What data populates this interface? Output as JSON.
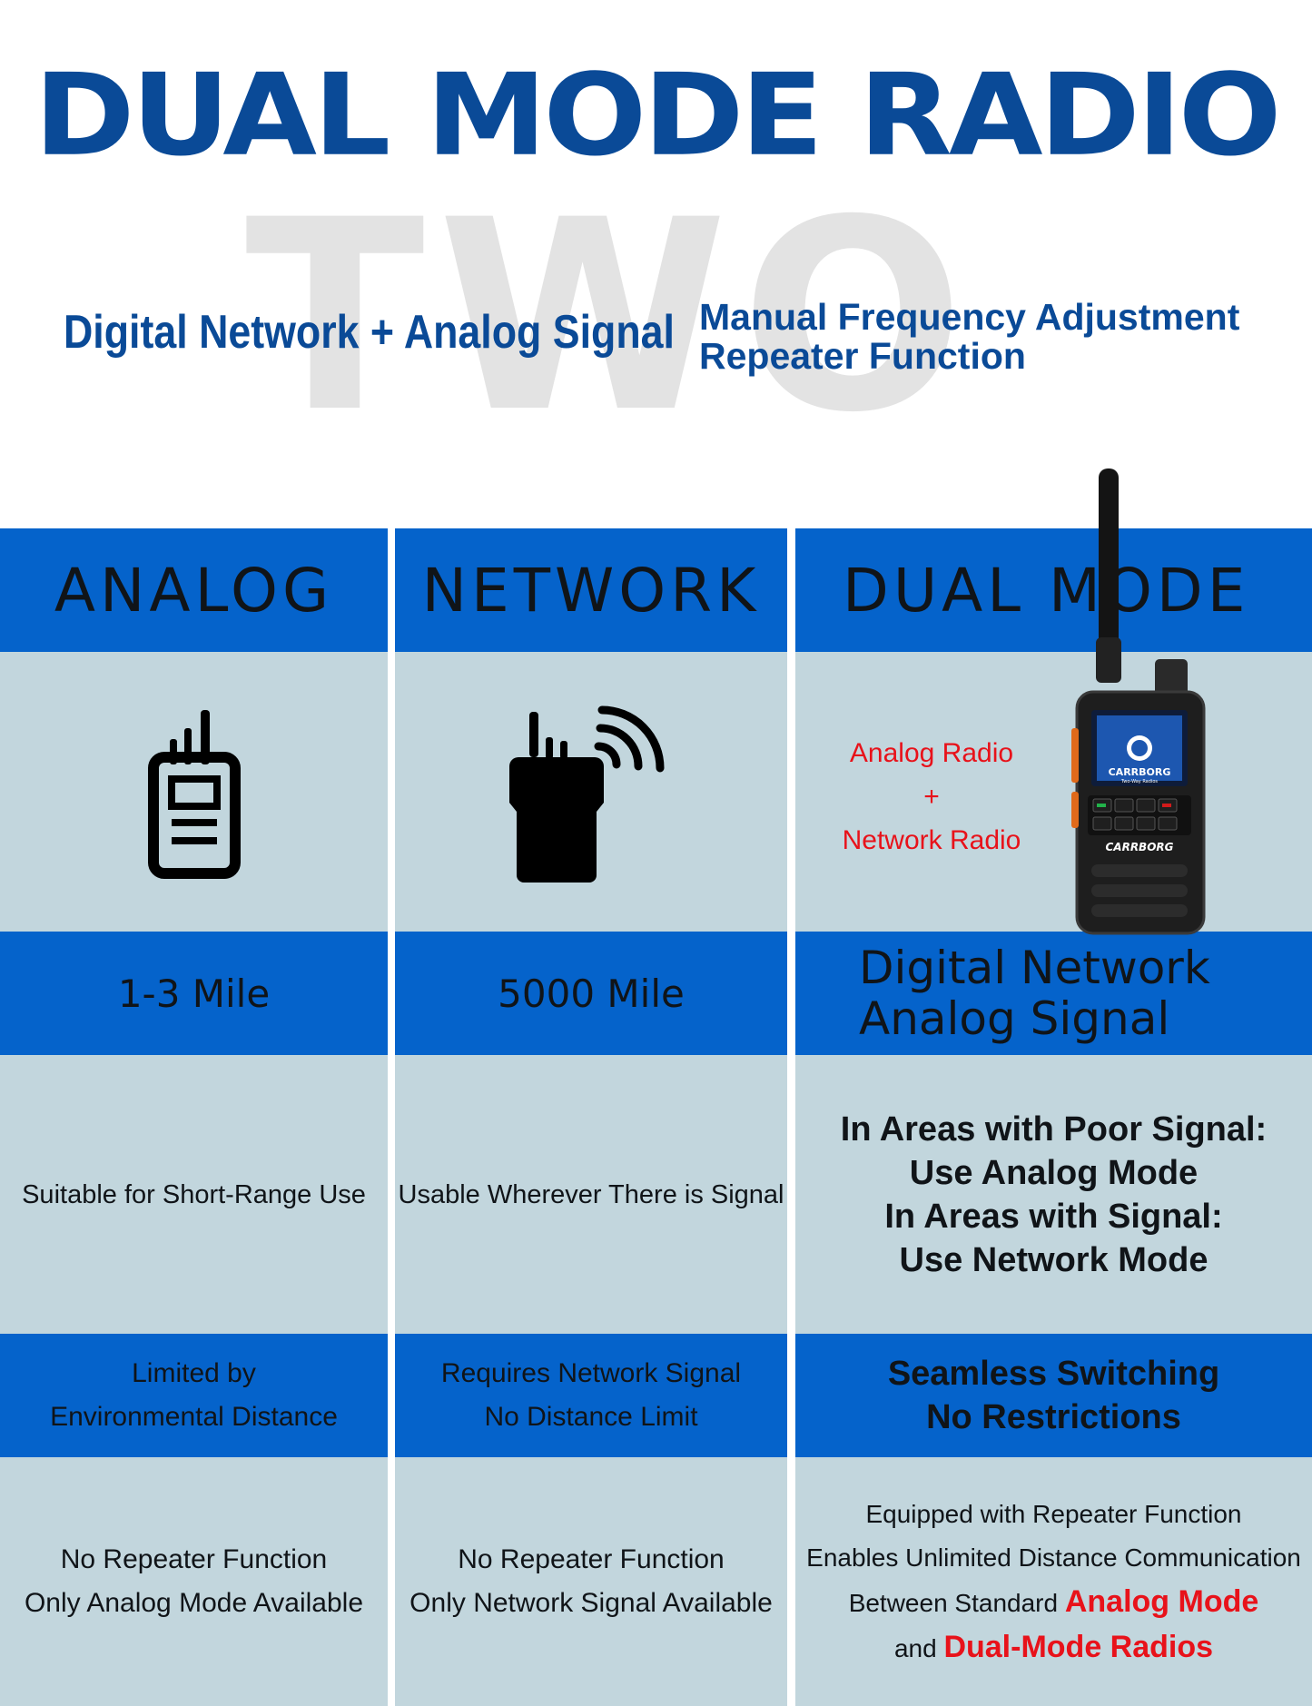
{
  "header": {
    "title": "DUAL MODE RADIO",
    "watermark": "TWO",
    "subtitle_left": "Digital Network + Analog Signal",
    "subtitle_right": [
      "Manual Frequency Adjustment",
      "Repeater Function"
    ]
  },
  "columns": [
    {
      "heading": "ANALOG",
      "icon": "walkie-talkie-outline-icon",
      "range": "1-3 Mile",
      "usage": "Suitable for Short-Range Use",
      "limitation": [
        "Limited by",
        "Environmental Distance"
      ],
      "repeater": [
        "No Repeater Function",
        "Only Analog Mode Available"
      ]
    },
    {
      "heading": "NETWORK",
      "icon": "walkie-talkie-signal-icon",
      "range": "5000 Mile",
      "usage": "Usable Wherever There is Signal",
      "limitation": [
        "Requires Network Signal",
        "No Distance Limit"
      ],
      "repeater": [
        "No Repeater Function",
        "Only Network Signal Available"
      ]
    },
    {
      "heading": "DUAL MODE",
      "icon": "radio-device-icon",
      "radio_note": [
        "Analog Radio",
        "+",
        "Network Radio"
      ],
      "device_brand": "CARRBORG",
      "device_sub": "Two-Way Radios",
      "range": [
        "Digital Network",
        "Analog Signal"
      ],
      "usage": [
        "In Areas with Poor Signal:",
        "Use Analog Mode",
        "In Areas with Signal:",
        "Use Network Mode"
      ],
      "limitation": [
        "Seamless Switching",
        "No Restrictions"
      ],
      "repeater_lines": [
        "Equipped with Repeater Function",
        "Enables Unlimited Distance Communication"
      ],
      "repeater_line3_prefix": "Between Standard",
      "repeater_line3_highlight": "Analog Mode",
      "repeater_line4_prefix": "and",
      "repeater_line4_highlight": "Dual-Mode Radios"
    }
  ],
  "colors": {
    "title_blue": "#0a4a97",
    "cell_blue": "#0563cb",
    "cell_grey": "#c2d6dd",
    "highlight_red": "#e8121a"
  }
}
